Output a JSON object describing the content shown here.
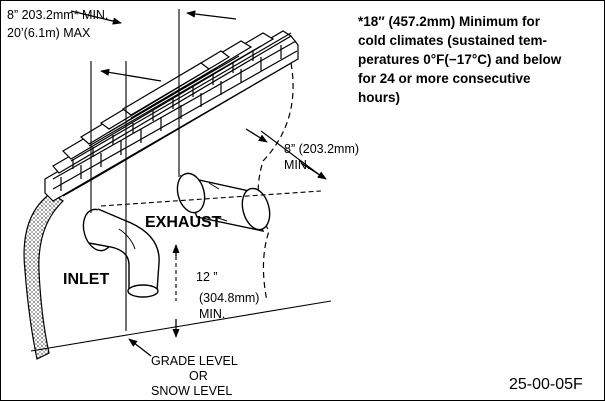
{
  "labels": {
    "clearance_top_line1": "8” 203.2mm* MIN.",
    "clearance_top_line2": "20’(6.1m) MAX",
    "cold_note_line1": "*18″ (457.2mm) Minimum for",
    "cold_note_line2": "cold climates (sustained tem-",
    "cold_note_line3": "peratures 0°F(−17°C) and below",
    "cold_note_line4": "for 24 or more consecutive",
    "cold_note_line5": "hours)",
    "side_clearance_line1": "8” (203.2mm)",
    "side_clearance_line2": "MIN.",
    "exhaust": "EXHAUST",
    "inlet": "INLET",
    "grade_clearance_line1": "12 ”",
    "grade_clearance_line2": "(304.8mm)",
    "grade_clearance_line3": "MIN.",
    "grade_line1": "GRADE LEVEL",
    "grade_line2": "OR",
    "grade_line3": "SNOW LEVEL",
    "figure_number": "25-00-05F"
  }
}
